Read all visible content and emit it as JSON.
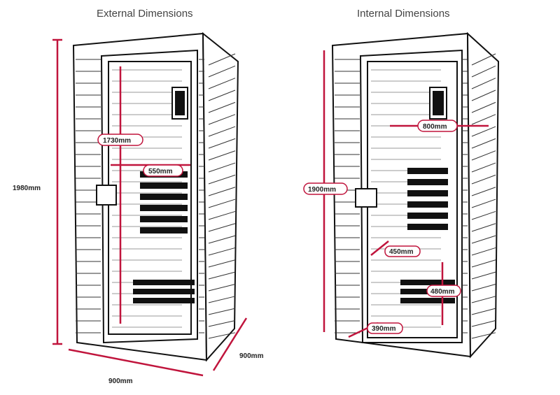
{
  "titles": {
    "external": "External Dimensions",
    "internal": "Internal Dimensions"
  },
  "external": {
    "height": "1980mm",
    "inner_height": "1730mm",
    "bench_width": "550mm",
    "width": "900mm",
    "depth": "900mm"
  },
  "internal": {
    "width": "800mm",
    "height": "1900mm",
    "bench_depth": "450mm",
    "bench_height": "480mm",
    "floor_depth": "390mm"
  },
  "colors": {
    "accent": "#c0143c",
    "line": "#111111"
  }
}
